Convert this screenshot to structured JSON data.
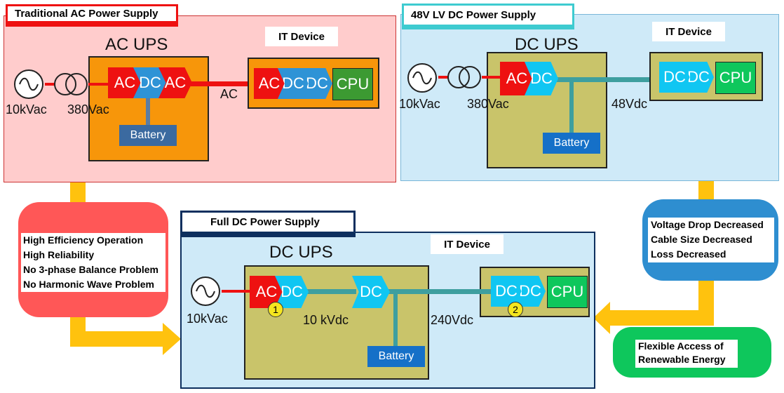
{
  "traditional": {
    "tag": "Traditional AC Power Supply",
    "ups_title": "AC UPS",
    "it_device": "IT Device",
    "ups_blocks": [
      "AC",
      "DC",
      "AC"
    ],
    "device_blocks": [
      "AC",
      "DC",
      "DC"
    ],
    "cpu": "CPU",
    "battery": "Battery",
    "v_source": "10kVac",
    "v_transformer": "380Vac",
    "link_label": "AC"
  },
  "lvdc": {
    "tag": "48V LV DC Power Supply",
    "ups_title": "DC UPS",
    "it_device": "IT Device",
    "ups_blocks": [
      "AC",
      "DC"
    ],
    "device_blocks": [
      "DC",
      "DC"
    ],
    "cpu": "CPU",
    "battery": "Battery",
    "v_source": "10kVac",
    "v_transformer": "380Vac",
    "link_label": "48Vdc"
  },
  "fulldc": {
    "tag": "Full DC Power Supply",
    "ups_title": "DC UPS",
    "it_device": "IT Device",
    "ups_blocks": [
      "AC",
      "DC"
    ],
    "mid_block": "DC",
    "device_blocks": [
      "DC",
      "DC"
    ],
    "cpu": "CPU",
    "battery": "Battery",
    "v_source": "10kVac",
    "v_mid": "10 kVdc",
    "v_link": "240Vdc",
    "badge1": "1",
    "badge2": "2"
  },
  "benefits_left": [
    "High Efficiency Operation",
    "High Reliability",
    "No 3-phase Balance Problem",
    "No Harmonic Wave Problem"
  ],
  "benefits_right": [
    "Voltage Drop Decreased",
    "Cable Size Decreased",
    "Loss Decreased"
  ],
  "renewable": [
    "Flexible Access of",
    "Renewable Energy"
  ],
  "colors": {
    "red": "#ee1111",
    "blue": "#2e93d6",
    "cyan": "#10c6f2",
    "green": "#3c9a32",
    "bright_green": "#0ec75c",
    "orange": "#f7960a",
    "olive": "#c9c46a",
    "pink_bg": "#ffcccc",
    "lightblue_bg": "#cfeaf8",
    "navy": "#0d2f5e",
    "yellow_arrow": "#ffc20e",
    "teal_line": "#3e9f9f",
    "battery_blue": "#3b6aa0",
    "battery_blue2": "#1570c8"
  }
}
